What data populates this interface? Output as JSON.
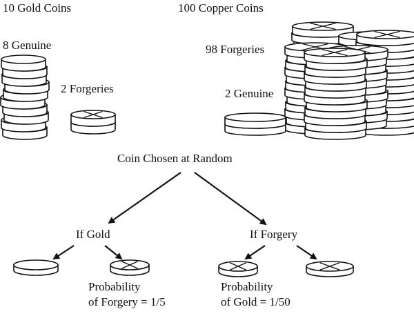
{
  "labels": {
    "gold_coins": "10 Gold Coins",
    "copper_coins": "100 Copper Coins",
    "gold_genuine": "8 Genuine",
    "copper_forgeries": "98 Forgeries",
    "gold_forgeries": "2 Forgeries",
    "copper_genuine": "2 Genuine",
    "root": "Coin Chosen at Random",
    "if_gold": "If Gold",
    "if_forgery": "If Forgery",
    "prob_forgery_line1": "Probability",
    "prob_forgery_line2": "of Forgery = 1/5",
    "prob_gold_line1": "Probability",
    "prob_gold_line2": "of Gold = 1/50"
  },
  "colors": {
    "ink": "#111111",
    "coin_face": "#ffffff"
  }
}
